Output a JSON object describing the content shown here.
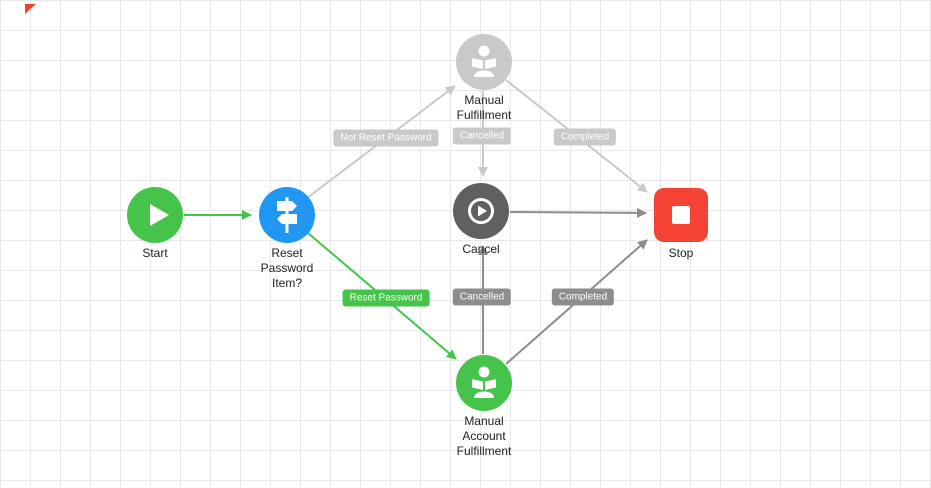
{
  "diagram": {
    "type": "workflow",
    "grid_size": 30
  },
  "colors": {
    "green": "#45c34a",
    "blue": "#2196f3",
    "light_gray": "#c9c9c9",
    "dark_gray": "#8d8d8d",
    "node_dark_gray": "#606060",
    "red": "#f44336",
    "label_text": "#222222",
    "badge_text": "#ffffff",
    "grid_line": "#e8e8e8"
  },
  "nodes": [
    {
      "id": "start",
      "label": "Start",
      "type": "start",
      "icon": "play-icon",
      "color": "#45c34a"
    },
    {
      "id": "reset-password-item",
      "label": "Reset Password Item?",
      "type": "decision",
      "icon": "signpost-icon",
      "color": "#2196f3"
    },
    {
      "id": "manual-fulfillment",
      "label": "Manual Fulfillment",
      "type": "manual-task",
      "icon": "person-reading-icon",
      "color": "#c9c9c9"
    },
    {
      "id": "cancel",
      "label": "Cancel",
      "type": "cancel",
      "icon": "play-circle-icon",
      "color": "#606060"
    },
    {
      "id": "stop",
      "label": "Stop",
      "type": "stop",
      "icon": "stop-square-icon",
      "color": "#f44336"
    },
    {
      "id": "manual-account-fulfillment",
      "label": "Manual Account Fulfillment",
      "type": "manual-task",
      "icon": "person-reading-icon",
      "color": "#45c34a"
    }
  ],
  "edges": [
    {
      "from": "start",
      "to": "reset-password-item",
      "label": "",
      "style": "green"
    },
    {
      "from": "reset-password-item",
      "to": "manual-fulfillment",
      "label": "Not Reset Password",
      "style": "light"
    },
    {
      "from": "manual-fulfillment",
      "to": "cancel",
      "label": "Cancelled",
      "style": "light"
    },
    {
      "from": "manual-fulfillment",
      "to": "stop",
      "label": "Completed",
      "style": "light"
    },
    {
      "from": "reset-password-item",
      "to": "manual-account-fulfillment",
      "label": "Reset Password",
      "style": "green"
    },
    {
      "from": "manual-account-fulfillment",
      "to": "cancel",
      "label": "Cancelled",
      "style": "dark"
    },
    {
      "from": "manual-account-fulfillment",
      "to": "stop",
      "label": "Completed",
      "style": "dark"
    },
    {
      "from": "cancel",
      "to": "stop",
      "label": "",
      "style": "dark"
    }
  ]
}
